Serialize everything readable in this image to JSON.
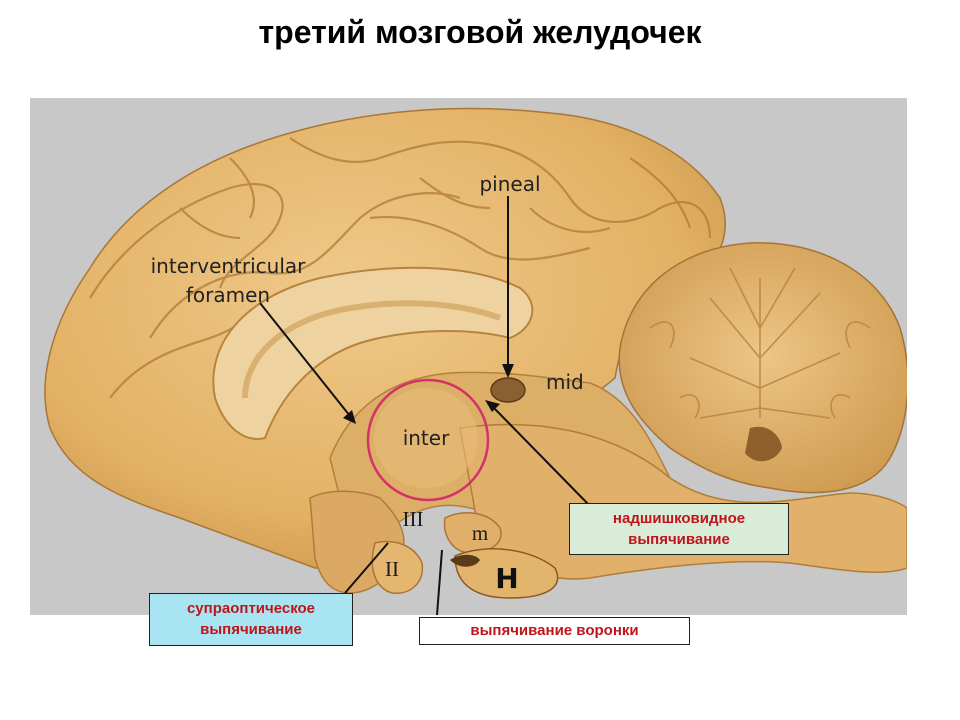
{
  "title": "третий мозговой желудочек",
  "image_labels": {
    "pineal": "pineal",
    "foramen_line1": "interventricular",
    "foramen_line2": "foramen",
    "mid": "mid",
    "inter": "inter",
    "iii": "III",
    "ii": "II",
    "m": "m",
    "h": "H"
  },
  "callouts": {
    "pineal_line1": "надшишковидное",
    "pineal_line2": "выпячивание",
    "supraoptic_line1": "супраоптическое",
    "supraoptic_line2": "выпячивание",
    "infundibulum": "выпячивание воронки"
  },
  "colors": {
    "tissue": "#e3b56c",
    "tissue_dark": "#b9873e",
    "background_photo": "#c8c8c8",
    "highlight_circle": "#d4306a",
    "callout_text": "#c0141b"
  }
}
